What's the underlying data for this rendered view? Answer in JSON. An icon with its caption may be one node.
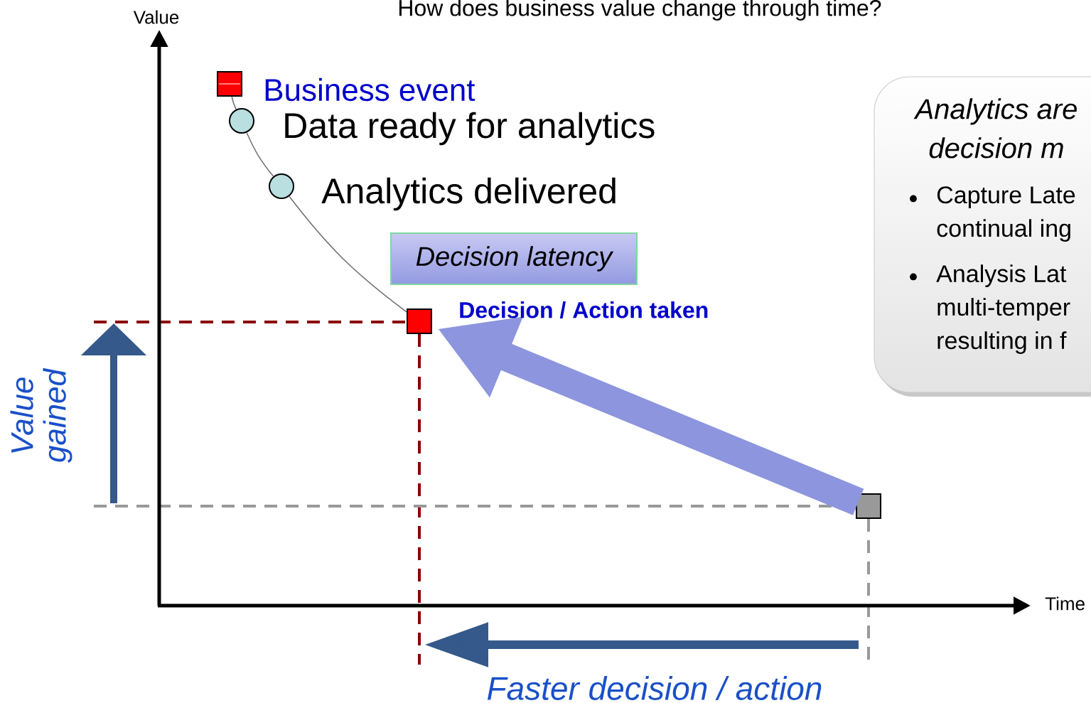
{
  "diagram": {
    "title": "How does business value change through time?",
    "nodes": [
      {
        "text": [],
        "shape": "box",
        "beside": [
          "Business event"
        ]
      },
      {
        "text": [],
        "shape": "circle",
        "beside": [
          "Data ready for analytics"
        ]
      },
      {
        "text": [],
        "shape": "circle",
        "beside": [
          "Analytics delivered"
        ]
      },
      {
        "text": [
          "Decision latency"
        ]
      },
      {
        "text": [],
        "shape": "box"
      },
      {
        "text": [],
        "shape": "box"
      },
      {
        "text": [
          "Analytics are decision m",
          "Capture Late continual ing",
          "Analysis Lat multi-temper resulting in f"
        ]
      }
    ],
    "edges": [
      {
        "from": 0,
        "to": 1,
        "arrow": "none"
      },
      {
        "from": 1,
        "to": 2,
        "arrow": "none"
      },
      {
        "from": 2,
        "to": 4,
        "arrow": "none"
      },
      {
        "from": 5,
        "to": 4,
        "arrow": "to",
        "style": "thick",
        "color": "#8c95de"
      }
    ],
    "labels": [
      "Value",
      "Decision / Action taken",
      "Time",
      "Value gained",
      "Faster decision / action",
      "•",
      "•"
    ]
  }
}
